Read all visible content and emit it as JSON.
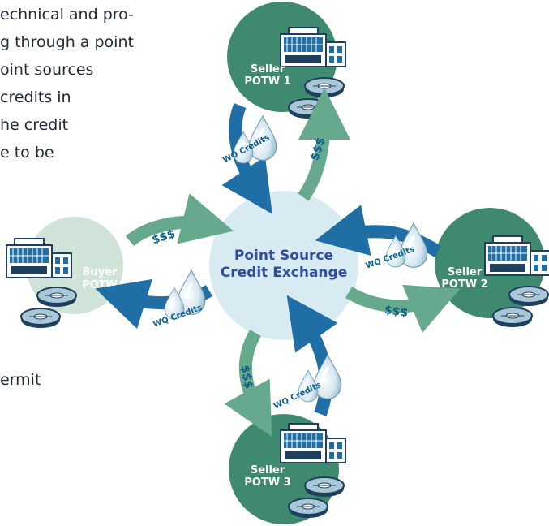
{
  "body_text": [
    "echnical and pro-",
    "g through a point",
    "oint sources",
    "credits in",
    "he credit",
    "e to be",
    "ermit"
  ],
  "hub": {
    "line1": "Point Source",
    "line2": "Credit Exchange"
  },
  "nodes": {
    "seller1": {
      "line1": "Seller",
      "line2": "POTW 1"
    },
    "seller2": {
      "line1": "Seller",
      "line2": "POTW 2"
    },
    "seller3": {
      "line1": "Seller",
      "line2": "POTW 3"
    },
    "buyer": {
      "line1": "Buyer",
      "line2": "POTW"
    }
  },
  "labels": {
    "money": "$$$",
    "credits": "WQ Credits"
  },
  "colors": {
    "hub": "#d9ebf2",
    "seller": "#3f8a6f",
    "buyer": "#cfe3d6",
    "money_arrow": "#67a98c",
    "credit_arrow": "#1f6fa6"
  }
}
